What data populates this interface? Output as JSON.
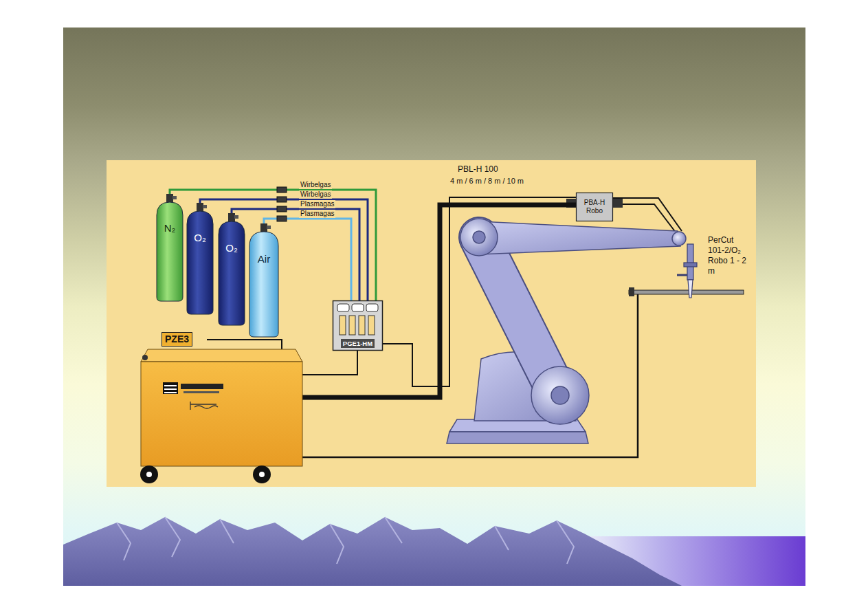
{
  "diagram": {
    "nodes": [
      {
        "text": [
          "N₂"
        ]
      },
      {
        "text": [
          "O₂"
        ]
      },
      {
        "text": [
          "O₂"
        ]
      },
      {
        "text": [
          "Air"
        ]
      },
      {
        "text": [
          "PGE1-HM"
        ]
      },
      {
        "text": [
          "PZE3"
        ]
      },
      {
        "text": [
          "PBA-H Robo"
        ]
      }
    ],
    "edges": [
      {
        "from": 0,
        "to": 4,
        "label": "Wirbelgas",
        "arrow": "none"
      },
      {
        "from": 1,
        "to": 4,
        "label": "Wirbelgas",
        "arrow": "none"
      },
      {
        "from": 2,
        "to": 4,
        "label": "Plasmagas",
        "arrow": "none"
      },
      {
        "from": 3,
        "to": 4,
        "label": "Plasmagas",
        "arrow": "none"
      },
      {
        "from": 5,
        "to": 4,
        "arrow": "none"
      },
      {
        "from": 4,
        "to": 6,
        "arrow": "none"
      },
      {
        "from": 5,
        "to": 6,
        "arrow": "none"
      }
    ],
    "labels": [
      "PBL-H 100",
      "4 m / 6 m / 8 m / 10 m",
      "PerCut 101-2/O₂ Robo 1 - 2 m"
    ]
  }
}
